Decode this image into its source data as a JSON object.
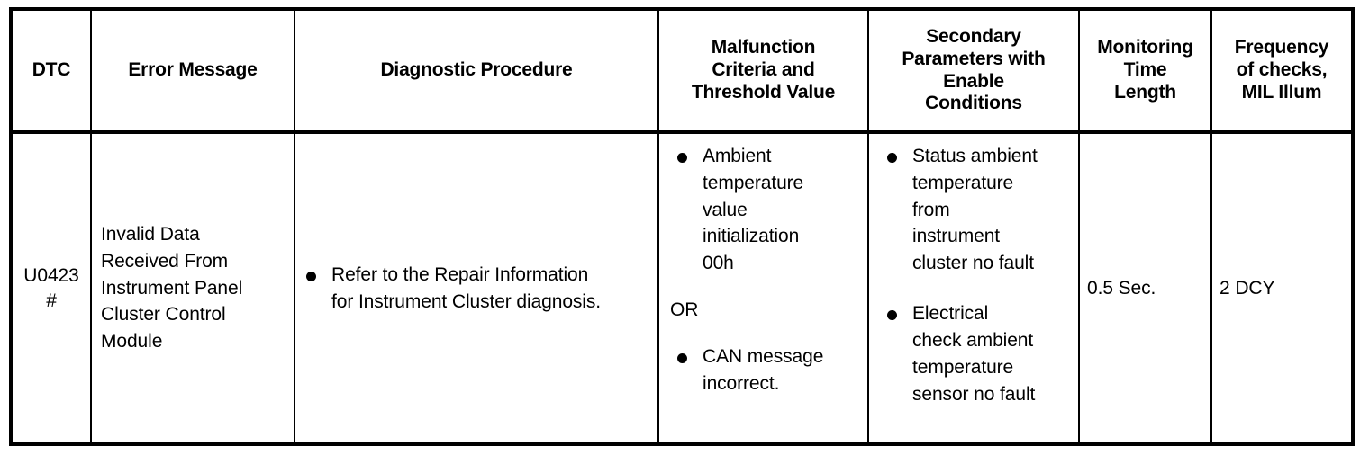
{
  "table": {
    "columns": [
      {
        "id": "dtc",
        "label": "DTC"
      },
      {
        "id": "error",
        "label": "Error Message"
      },
      {
        "id": "diagnostic",
        "label": "Diagnostic Procedure"
      },
      {
        "id": "malfunction",
        "label": "Malfunction Criteria and Threshold Value"
      },
      {
        "id": "secondary",
        "label": "Secondary Parameters with Enable Conditions"
      },
      {
        "id": "monitoring",
        "label": "Monitoring Time Length"
      },
      {
        "id": "frequency",
        "label": "Frequency of checks, MIL Illum"
      }
    ],
    "header_lines": {
      "dtc": [
        "DTC"
      ],
      "error": [
        "Error Message"
      ],
      "diagnostic": [
        "Diagnostic Procedure"
      ],
      "malfunction": [
        "Malfunction",
        "Criteria and",
        "Threshold Value"
      ],
      "secondary": [
        "Secondary",
        "Parameters with",
        "Enable",
        "Conditions"
      ],
      "monitoring": [
        "Monitoring",
        "Time",
        "Length"
      ],
      "frequency": [
        "Frequency",
        "of checks,",
        "MIL Illum"
      ]
    },
    "rows": [
      {
        "dtc": {
          "code": "U0423",
          "suffix": "#"
        },
        "error_message": {
          "text": "Invalid Data Received From Instrument Panel Cluster Control Module",
          "lines": [
            "Invalid Data",
            "Received From",
            "Instrument Panel",
            "Cluster Control",
            "Module"
          ]
        },
        "diagnostic_procedure": {
          "bullets": [
            {
              "lines": [
                "Refer to the Repair Information",
                "for Instrument Cluster diagnosis."
              ]
            }
          ]
        },
        "malfunction_criteria": {
          "bullets_before": [
            {
              "lines": [
                "Ambient",
                "temperature",
                "value",
                "initialization",
                "00h"
              ]
            }
          ],
          "separator": "OR",
          "bullets_after": [
            {
              "lines": [
                "CAN message",
                "incorrect."
              ]
            }
          ]
        },
        "secondary_parameters": {
          "bullets": [
            {
              "lines": [
                "Status ambient",
                "temperature",
                "from",
                "instrument",
                "cluster no fault"
              ]
            },
            {
              "lines": [
                "Electrical",
                "check ambient",
                "temperature",
                "sensor no fault"
              ]
            }
          ]
        },
        "monitoring_time_length": "0.5 Sec.",
        "frequency_of_checks": "2 DCY"
      }
    ]
  },
  "colors": {
    "border": "#000000",
    "text": "#000000",
    "background": "#ffffff"
  }
}
